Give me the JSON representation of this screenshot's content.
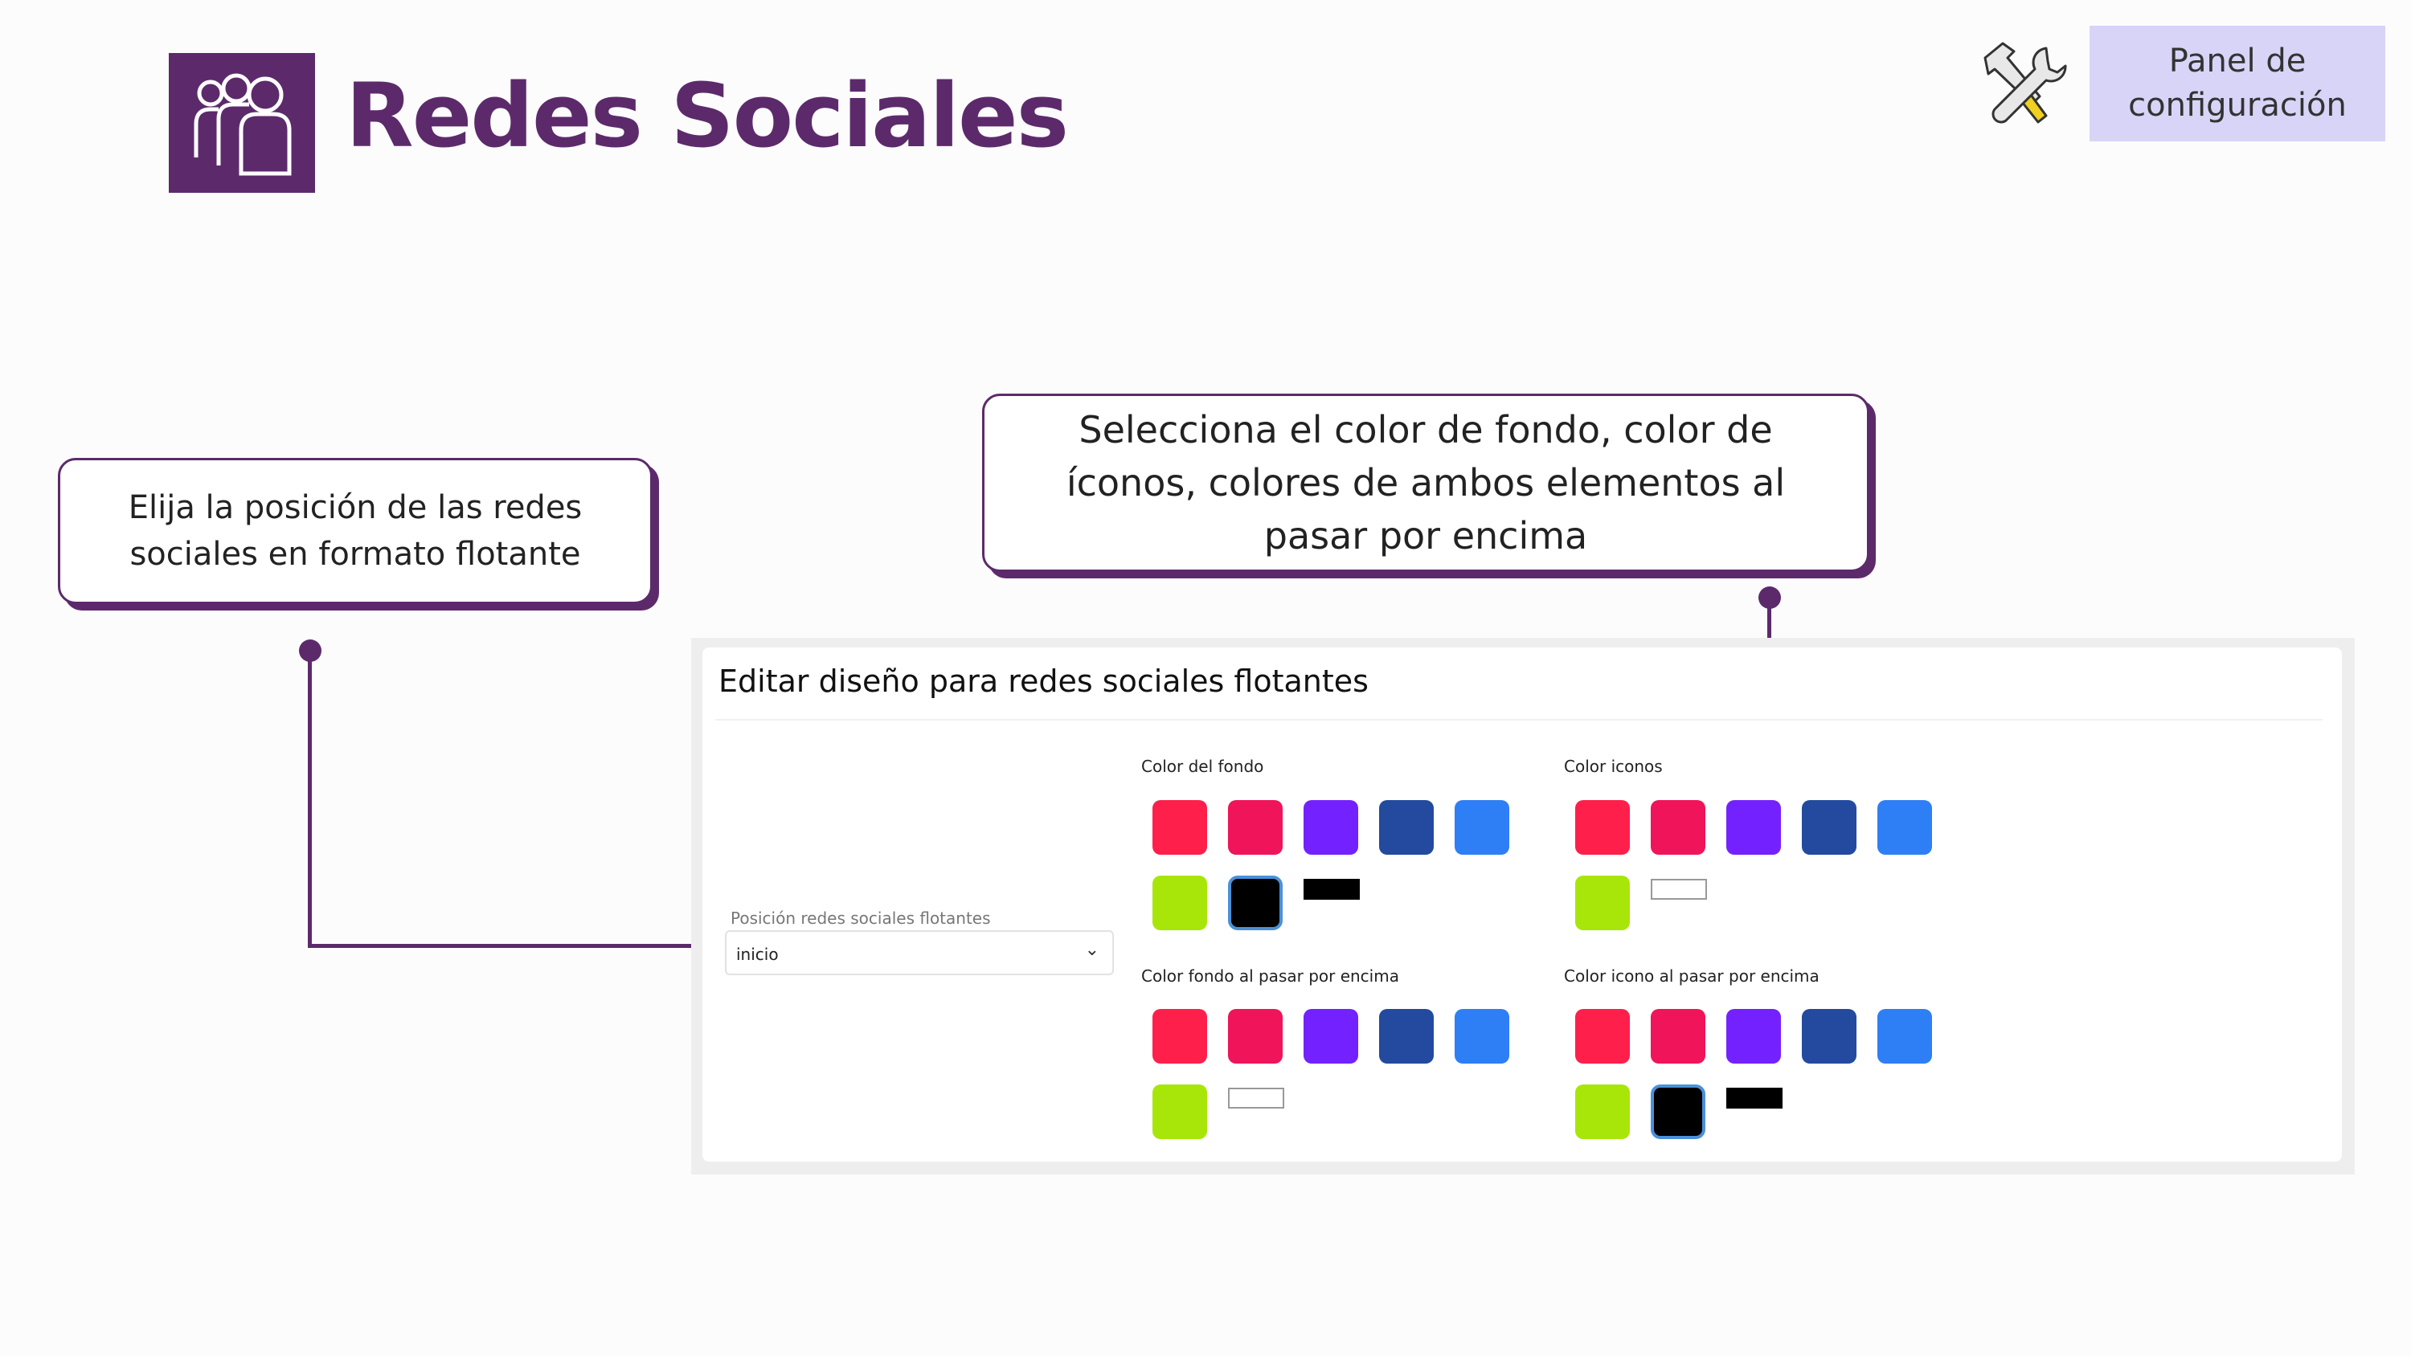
{
  "header": {
    "title": "Redes Sociales",
    "logo_icon": "users-group-icon",
    "tools_icon": "hammer-wrench-icon",
    "config_button": "Panel de configuración"
  },
  "callouts": {
    "left": "Elija la posición de las redes sociales en formato flotante",
    "right": "Selecciona el color de fondo, color de íconos, colores de ambos elementos al pasar por encima"
  },
  "panel": {
    "title": "Editar diseño para redes sociales flotantes",
    "position_field": {
      "label": "Posición redes sociales flotantes",
      "value": "inicio"
    },
    "sections": {
      "bg": {
        "label": "Color del fondo"
      },
      "icons": {
        "label": "Color iconos"
      },
      "bg_hover": {
        "label": "Color fondo al pasar por encima"
      },
      "icon_hover": {
        "label": "Color icono al pasar por encima"
      }
    },
    "palette": [
      "#ff1f4b",
      "#f0145a",
      "#7322ff",
      "#234a9e",
      "#2e7ff5",
      "#a8e60a"
    ],
    "selected": {
      "bg": "black",
      "icons": "none",
      "bg_hover": "none",
      "icon_hover": "black"
    }
  },
  "colors": {
    "brand": "#5c2a6b",
    "config_bg": "#d8d4f7",
    "select_highlight": "#4a90d9"
  }
}
